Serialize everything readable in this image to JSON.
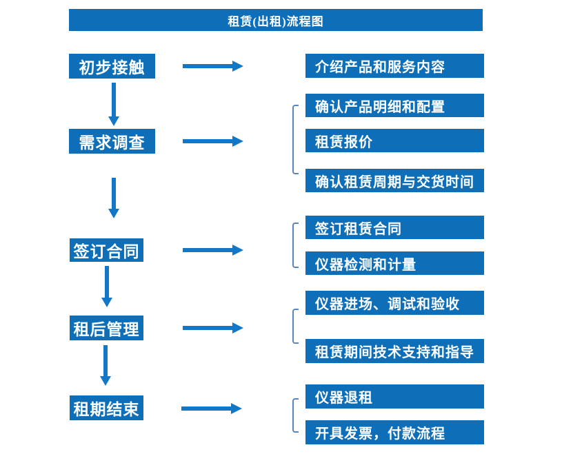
{
  "title": "租赁(出租)流程图",
  "colors": {
    "box": "#0e6fb8",
    "arrow": "#1377c8",
    "bracket": "#5b84bd",
    "text": "#ffffff",
    "background": "#ffffff"
  },
  "steps": [
    {
      "label": "初步接触",
      "details": [
        "介绍产品和服务内容"
      ]
    },
    {
      "label": "需求调查",
      "details": [
        "确认产品明细和配置",
        "租赁报价",
        "确认租赁周期与交货时间"
      ]
    },
    {
      "label": "签订合同",
      "details": [
        "签订租赁合同",
        "仪器检测和计量"
      ]
    },
    {
      "label": "租后管理",
      "details": [
        "仪器进场、调试和验收",
        "租赁期间技术支持和指导"
      ]
    },
    {
      "label": "租期结束",
      "details": [
        "仪器退租",
        "开具发票，付款流程"
      ]
    }
  ]
}
